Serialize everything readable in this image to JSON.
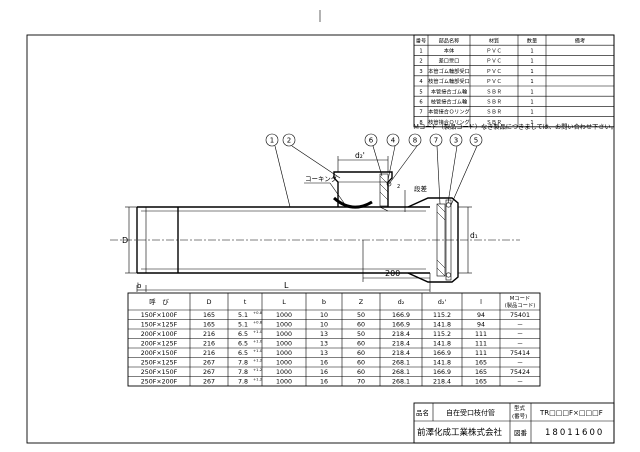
{
  "parts": {
    "headers": [
      "番号",
      "部品名称",
      "材質",
      "数量",
      "備考"
    ],
    "rows": [
      [
        "1",
        "本体",
        "ＰＶＣ",
        "1",
        ""
      ],
      [
        "2",
        "差口受口",
        "ＰＶＣ",
        "1",
        ""
      ],
      [
        "3",
        "本管ゴム輪部受口",
        "ＰＶＣ",
        "1",
        ""
      ],
      [
        "4",
        "枝管ゴム輪部受口",
        "ＰＶＣ",
        "1",
        ""
      ],
      [
        "5",
        "本管接合ゴム輪",
        "ＳＢＲ",
        "1",
        ""
      ],
      [
        "6",
        "枝管接合ゴム輪",
        "ＳＢＲ",
        "1",
        ""
      ],
      [
        "7",
        "本管接合Ｏリング",
        "ＳＢＲ",
        "1",
        ""
      ],
      [
        "8",
        "枝管接合Ｏリング",
        "ＳＢＲ",
        "1",
        ""
      ]
    ],
    "note": "Ｍコード（製品コード）なき製品につきましては、お問い合わせ下さい。"
  },
  "callouts": [
    "1",
    "2",
    "6",
    "4",
    "8",
    "7",
    "3",
    "5"
  ],
  "labels": {
    "caulking": "コーキング",
    "step": "段差",
    "d2": "d₂'",
    "d1": "d₁",
    "D": "D",
    "b": "b",
    "L": "L",
    "dim200": "200",
    "dim2": "2"
  },
  "spec": {
    "headers": [
      "呼　び",
      "D",
      "t",
      "L",
      "b",
      "Z",
      "d₂",
      "d₂'",
      "l",
      "Mコード\n(製品コード)"
    ],
    "rows": [
      [
        "150F×100F",
        "165",
        "5.1",
        "1000",
        "10",
        "50",
        "166.9",
        "115.2",
        "94",
        "75401"
      ],
      [
        "150F×125F",
        "165",
        "5.1",
        "1000",
        "10",
        "60",
        "166.9",
        "141.8",
        "94",
        "－"
      ],
      [
        "200F×100F",
        "216",
        "6.5",
        "1000",
        "13",
        "50",
        "218.4",
        "115.2",
        "111",
        "－"
      ],
      [
        "200F×125F",
        "216",
        "6.5",
        "1000",
        "13",
        "60",
        "218.4",
        "141.8",
        "111",
        "－"
      ],
      [
        "200F×150F",
        "216",
        "6.5",
        "1000",
        "13",
        "60",
        "218.4",
        "166.9",
        "111",
        "75414"
      ],
      [
        "250F×125F",
        "267",
        "7.8",
        "1000",
        "16",
        "60",
        "268.1",
        "141.8",
        "165",
        "－"
      ],
      [
        "250F×150F",
        "267",
        "7.8",
        "1000",
        "16",
        "60",
        "268.1",
        "166.9",
        "165",
        "75424"
      ],
      [
        "250F×200F",
        "267",
        "7.8",
        "1000",
        "16",
        "70",
        "268.1",
        "218.4",
        "165",
        "－"
      ]
    ],
    "tol": [
      "+0.8",
      "+0.8",
      "+1.0",
      "+1.0",
      "+1.0",
      "+1.2",
      "+1.2",
      "+1.2"
    ]
  },
  "title_block": {
    "name_label": "品名",
    "name_value": "自在受口枝付管",
    "type_label": "型式\n(番号)",
    "type_value": "TR□□□F×□□□F",
    "company": "前澤化成工業株式会社",
    "drawing_label": "図番",
    "drawing_number": "18011600"
  }
}
